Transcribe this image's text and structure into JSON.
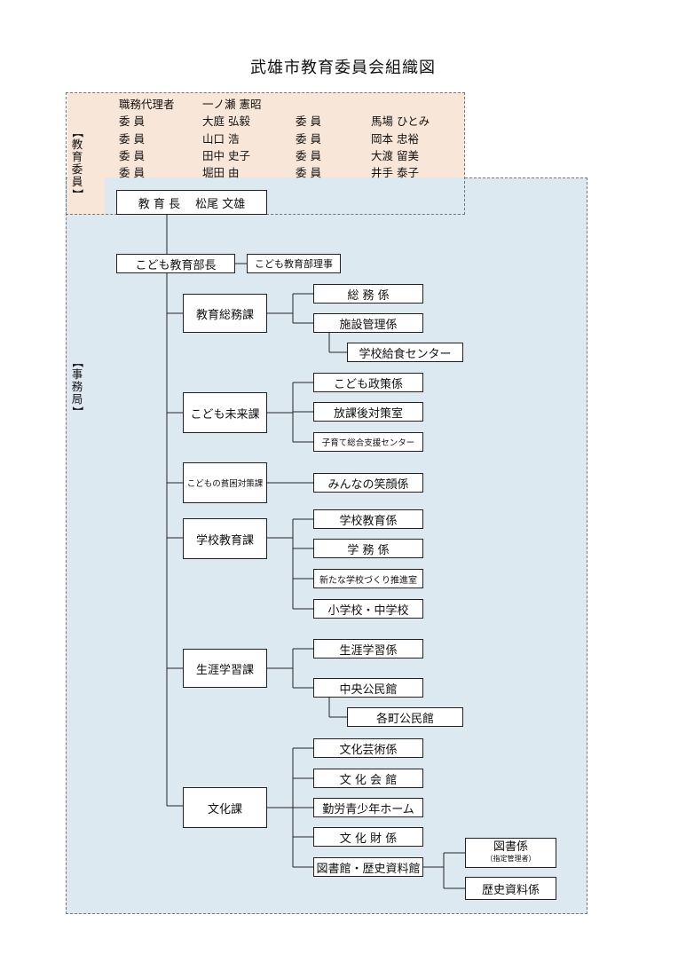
{
  "title": "武雄市教育委員会組織図",
  "board": {
    "label": "【教育委員】",
    "members": [
      {
        "role": "職務代理者",
        "name": "一ノ瀬 憲昭"
      },
      {
        "role": "委 員",
        "name": "大庭 弘毅"
      },
      {
        "role": "委 員",
        "name": "馬場 ひとみ"
      },
      {
        "role": "委 員",
        "name": "山口 浩"
      },
      {
        "role": "委 員",
        "name": "岡本 忠裕"
      },
      {
        "role": "委 員",
        "name": "田中 史子"
      },
      {
        "role": "委 員",
        "name": "大渡 留美"
      },
      {
        "role": "委 員",
        "name": "堀田 由"
      },
      {
        "role": "委 員",
        "name": "井手 泰子"
      }
    ]
  },
  "office": {
    "label": "【事務局】"
  },
  "superintendent": "教 育 長　 松尾 文雄",
  "director": "こども教育部長",
  "director_assistant": "こども教育部理事",
  "divisions": [
    {
      "name": "教育総務課",
      "sections": [
        "総 務 係",
        "施設管理係"
      ],
      "sub": {
        "parent": "施設管理係",
        "name": "学校給食センター"
      }
    },
    {
      "name": "こども未来課",
      "sections": [
        "こども政策係",
        "放課後対策室",
        "子育て総合支援センター"
      ]
    },
    {
      "name": "こどもの貧困対策課",
      "sections": [
        "みんなの笑顔係"
      ]
    },
    {
      "name": "学校教育課",
      "sections": [
        "学校教育係",
        "学 務 係",
        "新たな学校づくり推進室",
        "小学校・中学校"
      ]
    },
    {
      "name": "生涯学習課",
      "sections": [
        "生涯学習係",
        "中央公民館"
      ],
      "sub": {
        "parent": "中央公民館",
        "name": "各町公民館"
      }
    },
    {
      "name": "文化課",
      "sections": [
        "文化芸術係",
        "文 化 会 館",
        "勤労青少年ホーム",
        "文 化 財 係",
        "図書館・歴史資料館"
      ],
      "subs": [
        {
          "name": "図書係",
          "note": "（指定管理者）"
        },
        {
          "name": "歴史資料係"
        }
      ]
    }
  ]
}
